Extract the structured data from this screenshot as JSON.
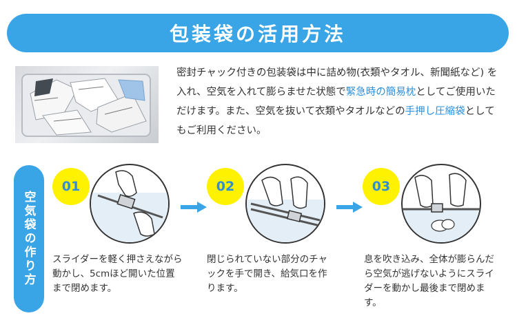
{
  "header": {
    "title": "包装袋の活用方法"
  },
  "intro": {
    "part1": "密封チャック付きの包装袋は中に詰め物(衣類やタオル、新聞紙など) を入れ、空気を入れて膨らませた状態で",
    "highlight1": "緊急時の簡易枕",
    "part2": "としてご使用いただけます。また、空気を抜いて衣類やタオルなどの",
    "highlight2": "手押し圧縮袋",
    "part3": "としてもご利用ください。"
  },
  "side_tab": {
    "label": "空気袋の作り方"
  },
  "steps": [
    {
      "number": "01",
      "text": "スライダーを軽く押さえながら動かし、5cmほど開いた位置まで閉めます。"
    },
    {
      "number": "02",
      "text": "閉じられていない部分のチャックを手で開き、給気口を作ります。"
    },
    {
      "number": "03",
      "text": "息を吹き込み、全体が膨らんだら空気が逃げないようにスライダーを動かし最後まで閉めます。"
    }
  ],
  "colors": {
    "accent": "#3aa5e6",
    "highlight": "#2e8fd8",
    "badge": "#fff200"
  }
}
